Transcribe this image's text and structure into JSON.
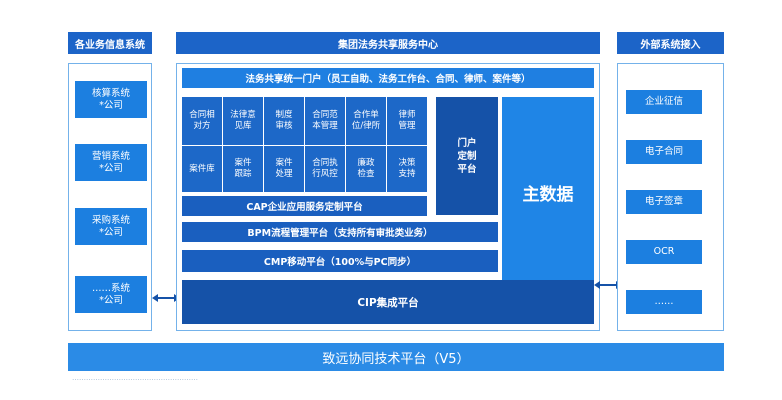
{
  "headers": {
    "left": "各业务信息系统",
    "center": "集团法务共享服务中心",
    "right": "外部系统接入"
  },
  "left_systems": [
    "核算系统\n*公司",
    "营销系统\n*公司",
    "采购系统\n*公司",
    "……系统\n*公司"
  ],
  "portal": "法务共享统一门户（员工自助、法务工作台、合同、律师、案件等）",
  "modules_row1": [
    "合同相\n对方",
    "法律意\n见库",
    "制度\n审核",
    "合同范\n本管理",
    "合作单\n位/律所",
    "律师\n管理"
  ],
  "modules_row2": [
    "案件库",
    "案件\n跟踪",
    "案件\n处理",
    "合同执\n行风控",
    "廉政\n检查",
    "决策\n支持"
  ],
  "cap": "CAP企业应用服务定制平台",
  "bpm": "BPM流程管理平台（支持所有审批类业务）",
  "cmp": "CMP移动平台（100%与PC同步）",
  "cip": "CIP集成平台",
  "portal_custom": "门户\n定制\n平台",
  "master_data": "主数据",
  "external_systems": [
    "企业征信",
    "电子合同",
    "电子签章",
    "OCR",
    "……"
  ],
  "bottom_platform": "致远协同技术平台（V5）",
  "footnote": "………………………………………………"
}
